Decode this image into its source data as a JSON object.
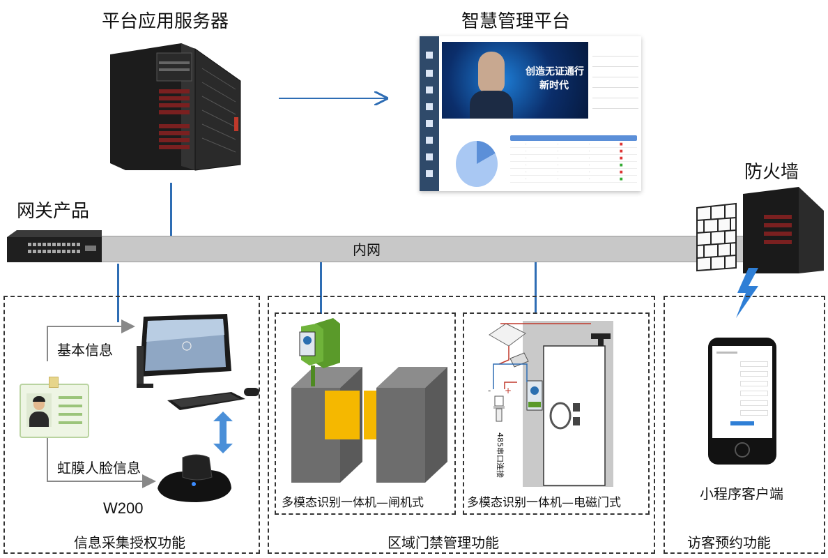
{
  "labels": {
    "platform_server": "平台应用服务器",
    "smart_platform": "智慧管理平台",
    "gateway": "网关产品",
    "firewall": "防火墙",
    "intranet": "内网",
    "basic_info": "基本信息",
    "iris_face_info": "虹膜人脸信息",
    "w200": "W200",
    "info_collect_function": "信息采集授权功能",
    "gate_device": "多模态识别一体机—闸机式",
    "door_device": "多模态识别一体机—电磁门式",
    "area_access_function": "区域门禁管理功能",
    "mini_program_client": "小程序客户端",
    "visitor_booking_function": "访客预约功能",
    "serial_label": "485串口连接"
  },
  "dashboard": {
    "banner_line1": "创造无证通行",
    "banner_line2": "新时代"
  },
  "colors": {
    "connector_blue": "#2e6db4",
    "intranet_bar": "#c8c8c8",
    "gate_yellow": "#f5b800",
    "arrow_blue": "#4a8fd8"
  }
}
